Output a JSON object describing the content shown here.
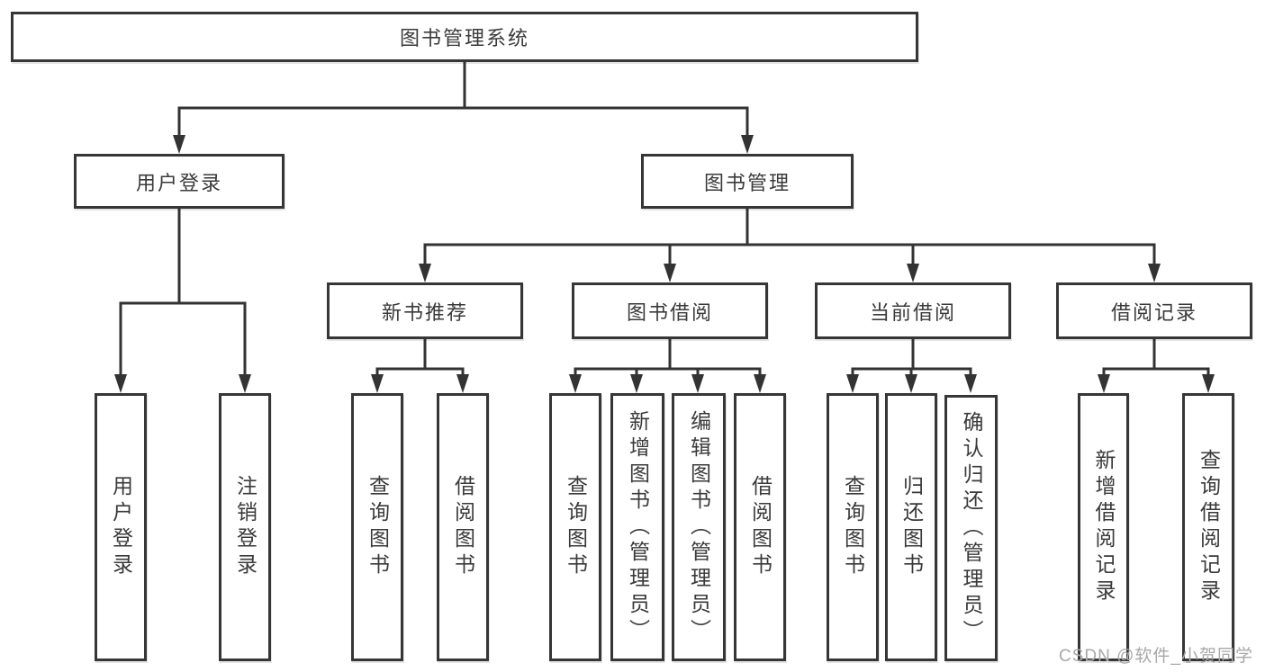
{
  "diagram": {
    "title": "图书管理系统",
    "user_branch": {
      "label": "用户登录",
      "leaves": [
        "用户登录",
        "注销登录"
      ]
    },
    "book_branch": {
      "label": "图书管理",
      "groups": [
        {
          "label": "新书推荐",
          "leaves": [
            "查询图书",
            "借阅图书"
          ]
        },
        {
          "label": "图书借阅",
          "leaves": [
            "查询图书",
            "新增图书（管理员）",
            "编辑图书（管理员）",
            "借阅图书"
          ]
        },
        {
          "label": "当前借阅",
          "leaves": [
            "查询图书",
            "归还图书",
            "确认归还（管理员）"
          ]
        },
        {
          "label": "借阅记录",
          "leaves": [
            "新增借阅记录",
            "查询借阅记录"
          ]
        }
      ]
    },
    "watermark": "CSDN @软件_小贺同学",
    "colors": {
      "line": "#333333",
      "box_border": "#363636",
      "box_background": "#ffffff",
      "text": "#3a3a3a",
      "watermark": "#a8a8a8",
      "background": "#ffffff"
    }
  }
}
